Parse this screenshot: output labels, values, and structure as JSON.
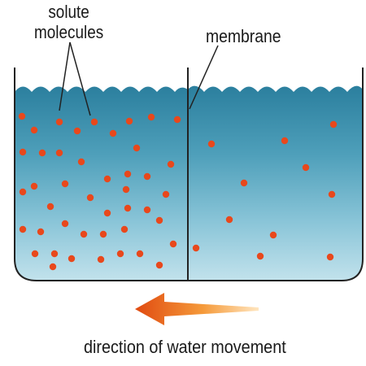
{
  "labels": {
    "solute_line1": "solute",
    "solute_line2": "molecules",
    "membrane": "membrane",
    "direction": "direction of water movement"
  },
  "colors": {
    "water_top": "#2b7f9e",
    "water_bottom": "#b9dde8",
    "container_outline": "#222222",
    "molecule": "#e8481c",
    "arrow_head": "#e04a10",
    "arrow_tail": "#ffd9a0"
  },
  "diagram": {
    "left_compartment_molecule_count": 44,
    "right_compartment_molecule_count": 11
  }
}
